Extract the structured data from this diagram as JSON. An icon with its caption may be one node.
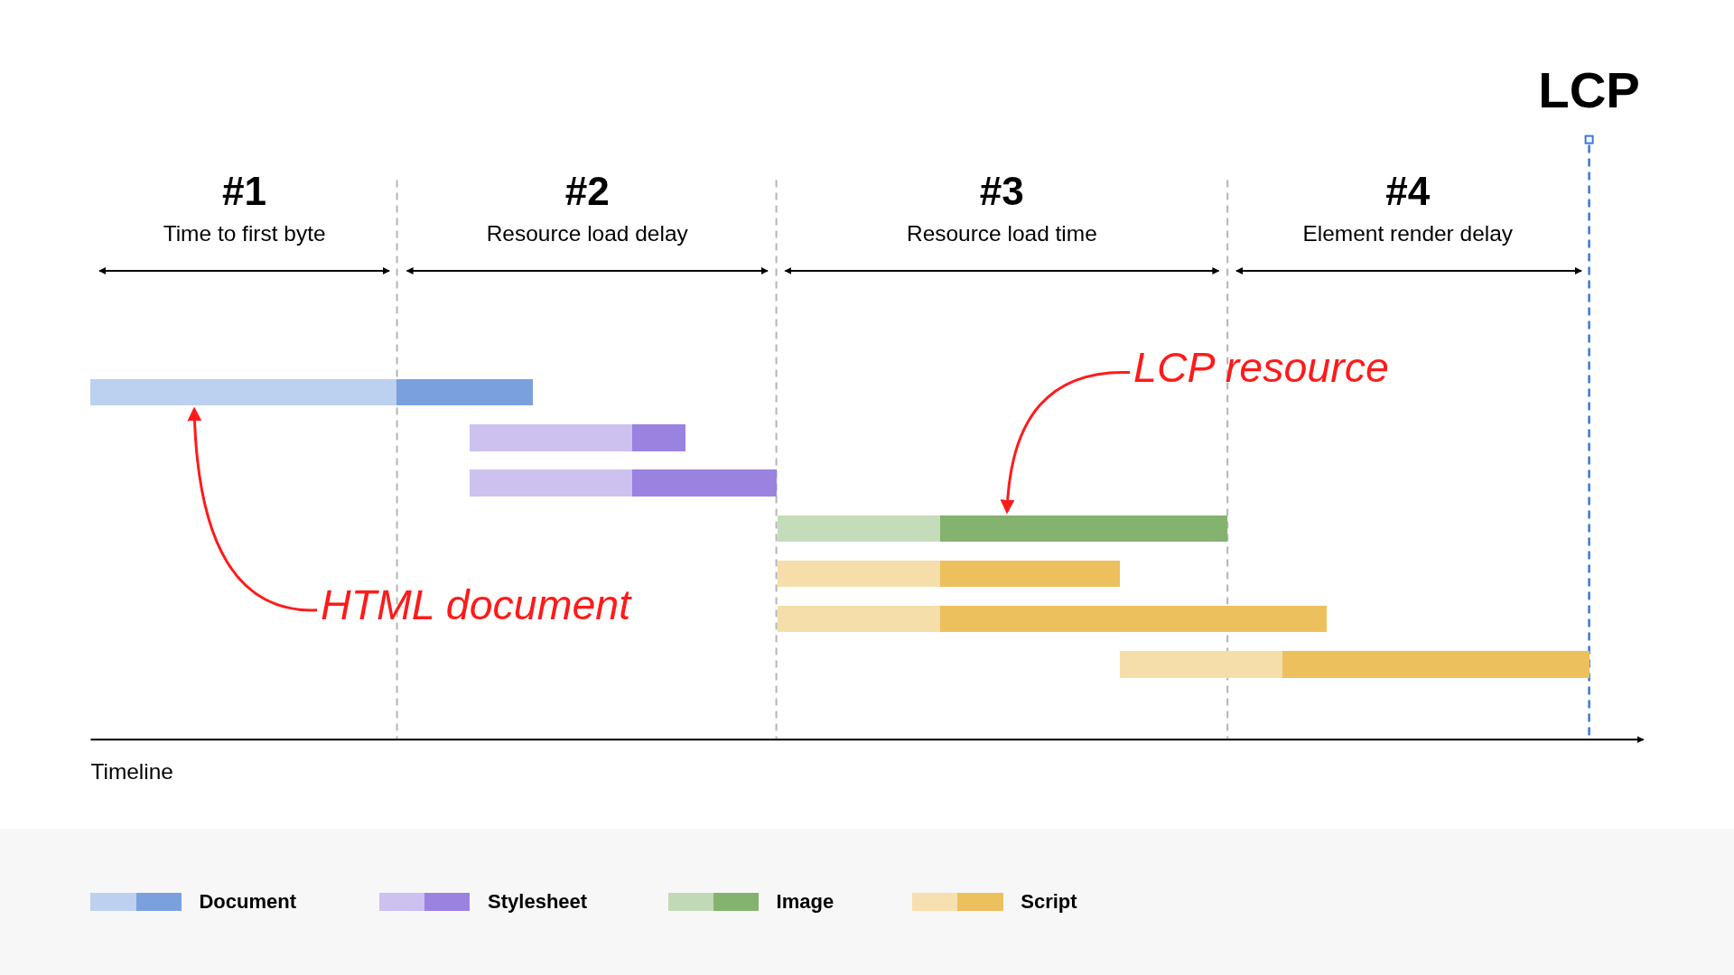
{
  "diagram": {
    "nodes": [
      {
        "text": [
          "LCP resource"
        ]
      },
      {
        "text": [],
        "shape": "bar"
      },
      {
        "text": [],
        "shape": "bar"
      },
      {
        "text": [],
        "shape": "bar"
      },
      {
        "text": [],
        "shape": "bar"
      },
      {
        "text": [],
        "shape": "bar"
      },
      {
        "text": [],
        "shape": "bar"
      },
      {
        "text": [],
        "shape": "bar"
      },
      {
        "text": [
          "HTML document"
        ]
      }
    ],
    "edges": [
      {
        "from": 0,
        "to": 4,
        "arrow": "to"
      },
      {
        "from": 8,
        "to": 1,
        "arrow": "to"
      }
    ],
    "labels": [
      "LCP",
      "#1",
      "Time to first byte",
      "#2",
      "Resource load delay",
      "#3",
      "Resource load time",
      "#4",
      "Element render delay",
      "Timeline"
    ],
    "legend": [
      {
        "text": "Document",
        "color": "#7aa0de"
      },
      {
        "text": "Stylesheet",
        "color": "#9a82e0"
      },
      {
        "text": "Image",
        "color": "#84b26f"
      },
      {
        "text": "Script",
        "color": "#edc05e"
      }
    ]
  }
}
